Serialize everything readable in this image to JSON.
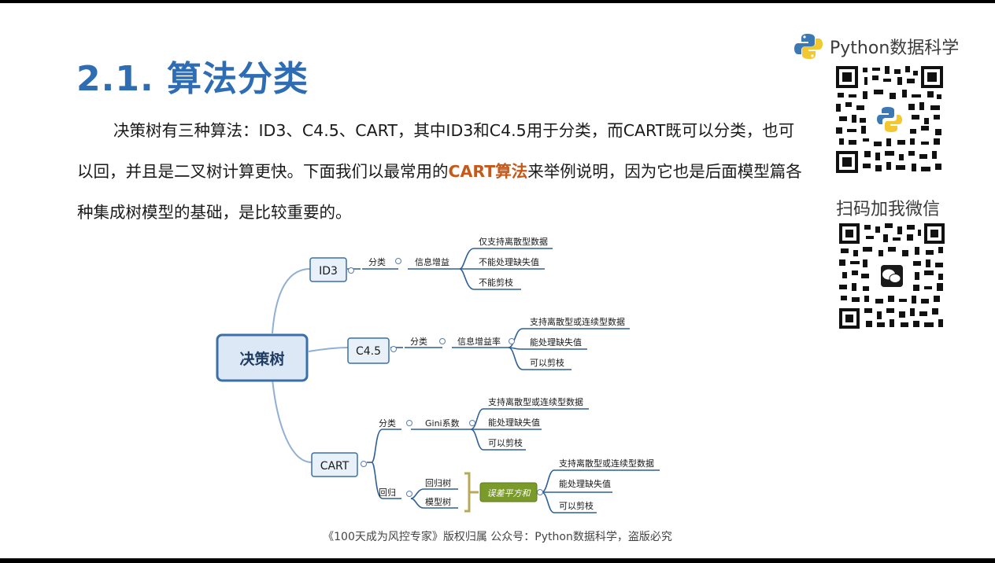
{
  "slide": {
    "title": "2.1. 算法分类",
    "paragraph": {
      "before": "决策树有三种算法：ID3、C4.5、CART，其中ID3和C4.5用于分类，而CART既可以分类，也可以回，并且是二叉树计算更快。下面我们以最常用的",
      "highlight": "CART算法",
      "after": "来举例说明，因为它也是后面模型篇各种集成树模型的基础，是比较重要的。"
    },
    "footer": "《100天成为风控专家》版权归属 公众号：Python数据科学，盗版必究"
  },
  "brand": {
    "name": "Python数据科学",
    "scan_text": "扫码加我微信"
  },
  "mindmap": {
    "root": "决策树",
    "id3": {
      "label": "ID3",
      "type": "分类",
      "criterion": "信息增益",
      "leaves": [
        "仅支持离散型数据",
        "不能处理缺失值",
        "不能剪枝"
      ]
    },
    "c45": {
      "label": "C4.5",
      "type": "分类",
      "criterion": "信息增益率",
      "leaves": [
        "支持离散型或连续型数据",
        "能处理缺失值",
        "可以剪枝"
      ]
    },
    "cart": {
      "label": "CART",
      "classify": {
        "type": "分类",
        "criterion": "Gini系数",
        "leaves": [
          "支持离散型或连续型数据",
          "能处理缺失值",
          "可以剪枝"
        ]
      },
      "regress": {
        "type": "回归",
        "trees": [
          "回归树",
          "模型树"
        ],
        "criterion": "误差平方和",
        "leaves": [
          "支持离散型或连续型数据",
          "能处理缺失值",
          "可以剪枝"
        ]
      }
    },
    "colors": {
      "line": "#2f5f99",
      "branch": "#8fb0d2",
      "node_fill": "#dce8f5",
      "node_border": "#3a6fa8",
      "summary": "#7a9a2a",
      "bracket": "#b9a85a"
    }
  }
}
